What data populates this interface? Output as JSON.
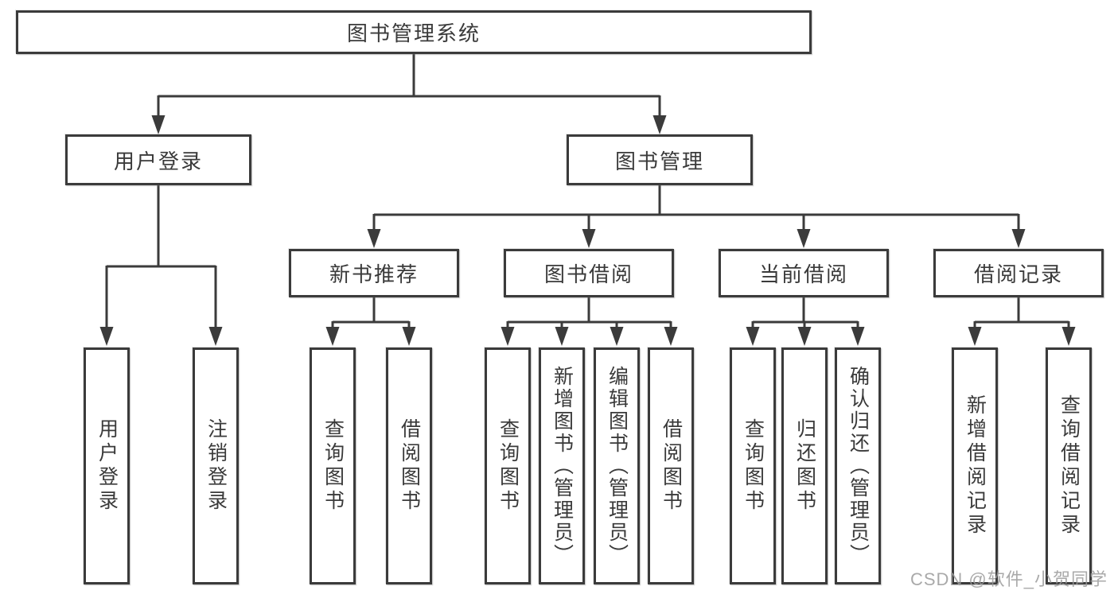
{
  "diagram": {
    "root": {
      "label": "图书管理系统"
    },
    "level2": [
      {
        "label": "用户登录"
      },
      {
        "label": "图书管理"
      }
    ],
    "level3": [
      {
        "label": "新书推荐",
        "parent": "图书管理"
      },
      {
        "label": "图书借阅",
        "parent": "图书管理"
      },
      {
        "label": "当前借阅",
        "parent": "图书管理"
      },
      {
        "label": "借阅记录",
        "parent": "图书管理"
      }
    ],
    "level4": [
      {
        "label": "用户登录",
        "parent": "用户登录"
      },
      {
        "label": "注销登录",
        "parent": "用户登录"
      },
      {
        "label": "查询图书",
        "parent": "新书推荐"
      },
      {
        "label": "借阅图书",
        "parent": "新书推荐"
      },
      {
        "label": "查询图书",
        "parent": "图书借阅"
      },
      {
        "label": "新增图书（管理员）",
        "parent": "图书借阅"
      },
      {
        "label": "编辑图书（管理员）",
        "parent": "图书借阅"
      },
      {
        "label": "借阅图书",
        "parent": "图书借阅"
      },
      {
        "label": "查询图书",
        "parent": "当前借阅"
      },
      {
        "label": "归还图书",
        "parent": "当前借阅"
      },
      {
        "label": "确认归还（管理员）",
        "parent": "当前借阅"
      },
      {
        "label": "新增借阅记录",
        "parent": "借阅记录"
      },
      {
        "label": "查询借阅记录",
        "parent": "借阅记录"
      }
    ]
  },
  "colors": {
    "line": "#3b3b3b",
    "text": "#3a3a3a",
    "box_background": "#ffffff",
    "watermark": "#9b9b9b"
  },
  "watermark": {
    "text": "CSDN @软件_小贺同学"
  }
}
